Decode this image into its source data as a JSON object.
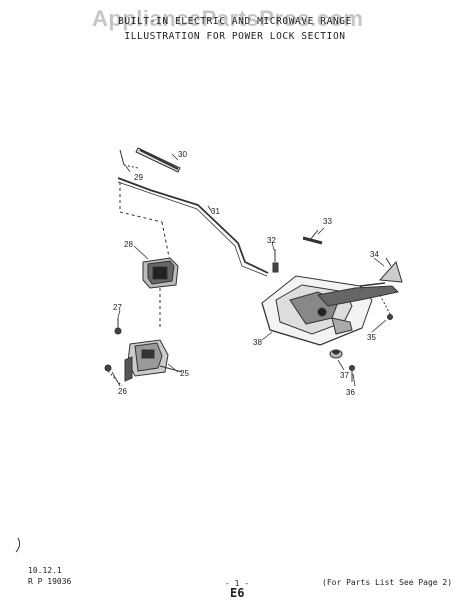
{
  "watermark": "AppliancePartsPros.com",
  "header": {
    "title_line1": "BUILT-IN ELECTRIC AND MICROWAVE RANGE",
    "title_line2": "ILLUSTRATION FOR POWER LOCK SECTION"
  },
  "footer": {
    "code1": "10.12.1",
    "code2": "R P 19036",
    "page_num": "- 1 -",
    "page_letter": "E6",
    "parts_ref": "(For Parts List See Page 2)"
  },
  "callouts": {
    "c25": "25",
    "c26": "26",
    "c27": "27",
    "c28": "28",
    "c29": "29",
    "c30": "30",
    "c31": "31",
    "c32": "32",
    "c33": "33",
    "c34": "34",
    "c35": "35",
    "c36": "36",
    "c37": "37",
    "c38": "38"
  }
}
